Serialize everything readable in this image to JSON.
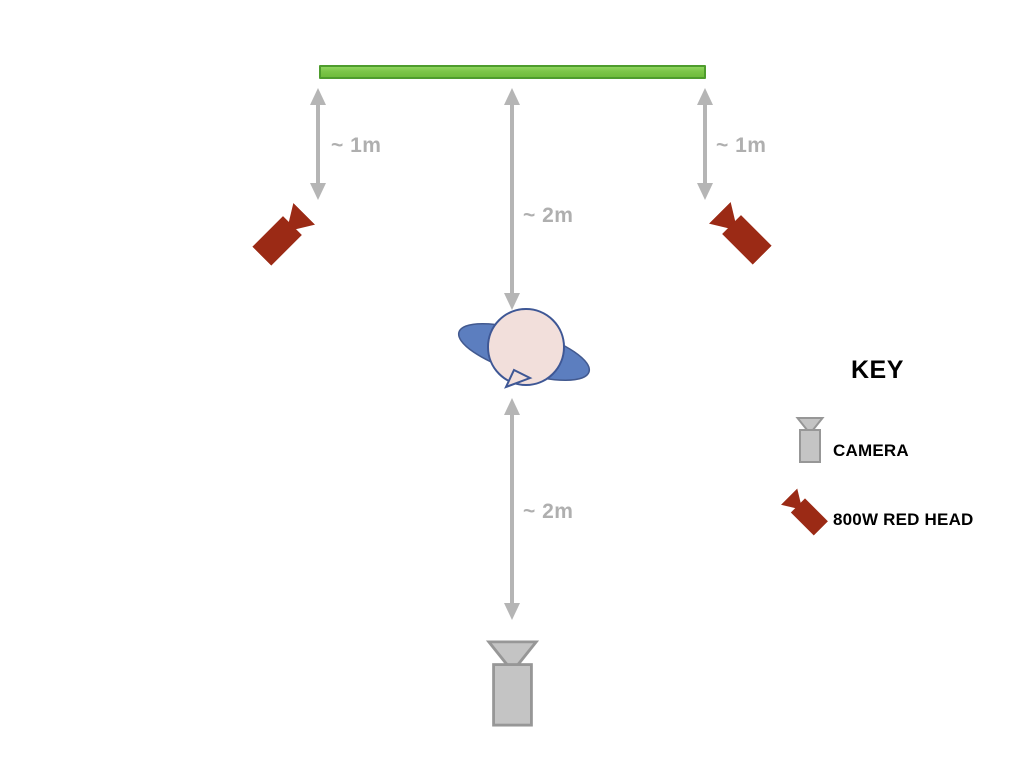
{
  "colors": {
    "green-fill": "#7BC548",
    "green-border": "#4E9C2D",
    "red-head": "#9B2A15",
    "camera-fill": "#C4C4C4",
    "camera-border": "#979797",
    "arrow": "#B5B5B5",
    "label-gray": "#AFAFAF",
    "subject-body": "#5C7EBF",
    "subject-head": "#F2DFDB",
    "subject-outline": "#3E5795",
    "text-black": "#000000"
  },
  "measurements": {
    "left_gap": "~ 1m",
    "right_gap": "~ 1m",
    "screen_to_subject": "~ 2m",
    "subject_to_camera": "~ 2m"
  },
  "icons": {
    "green_screen": "green-screen-bar",
    "light": "red-head-light-icon",
    "camera": "camera-icon",
    "subject": "subject-top-view-icon",
    "arrow": "double-headed-arrow-icon"
  },
  "legend": {
    "title": "KEY",
    "items": [
      {
        "icon": "camera-icon",
        "label": "CAMERA"
      },
      {
        "icon": "red-head-light-icon",
        "label": "800W RED HEAD"
      }
    ]
  }
}
